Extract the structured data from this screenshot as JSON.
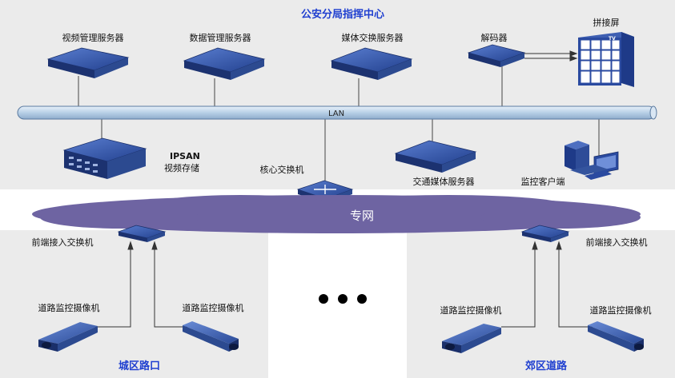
{
  "diagram": {
    "title": "公安分局指挥中心",
    "servers": {
      "video_mgmt": "视频管理服务器",
      "data_mgmt": "数据管理服务器",
      "media_switch": "媒体交换服务器",
      "decoder": "解码器",
      "video_wall": "拼接屏",
      "tv_label": "TV"
    },
    "lan_label": "LAN",
    "storage": {
      "name": "IPSAN",
      "desc": "视频存储"
    },
    "core_switch": "核心交换机",
    "traffic_media": "交通媒体服务器",
    "monitor_client": "监控客户端",
    "private_net": "专网",
    "left_site": {
      "switch_label": "前端接入交换机",
      "camera_left": "道路监控摄像机",
      "camera_right": "道路监控摄像机",
      "name": "城区路口"
    },
    "right_site": {
      "switch_label": "前端接入交换机",
      "camera_left": "道路监控摄像机",
      "camera_right": "道路监控摄像机",
      "name": "郊区道路"
    },
    "colors": {
      "title_blue": "#1f3fd0",
      "site_blue": "#1f3fd0",
      "panel_gray": "#ebebeb",
      "cloud": "#6e64a2",
      "device_blue": "#2a4aa0",
      "lan": "#b8d0e6"
    }
  }
}
